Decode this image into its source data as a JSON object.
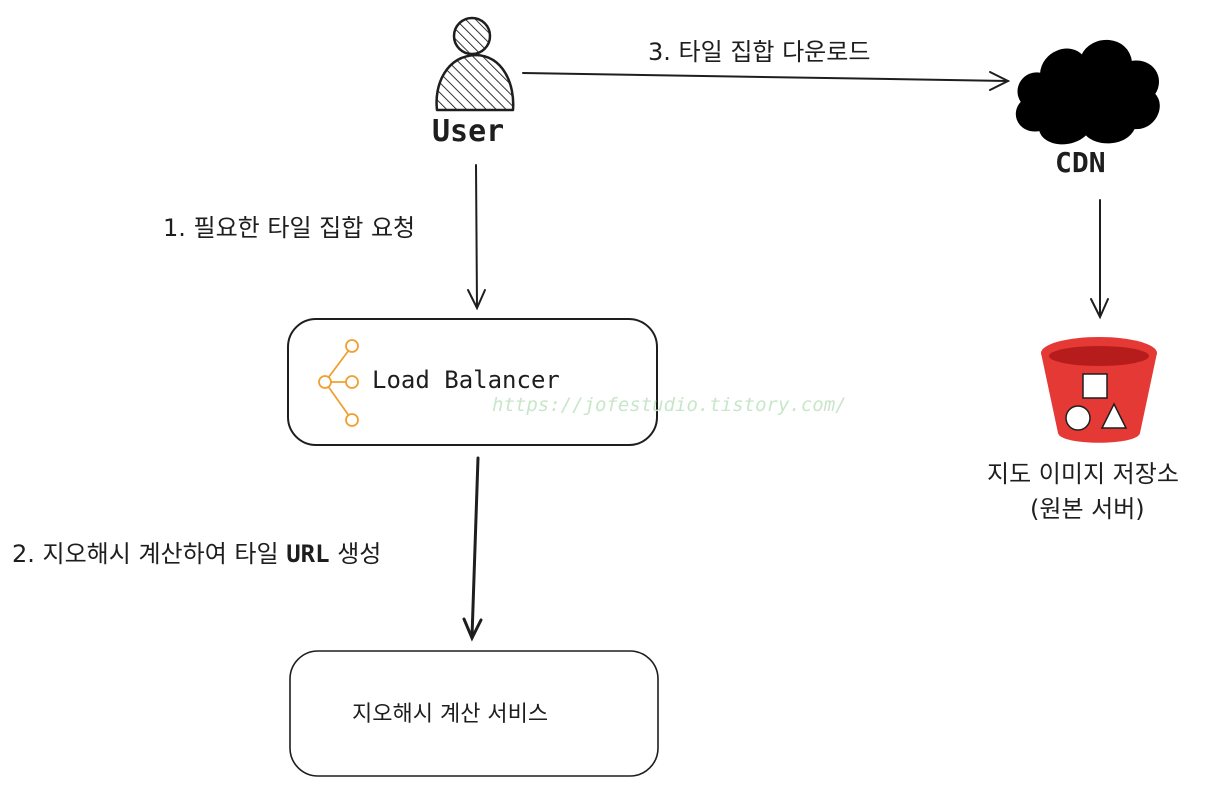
{
  "nodes": {
    "user": "User",
    "cdn": "CDN",
    "load_balancer": "Load Balancer",
    "geohash_service": "지오해시 계산 서비스",
    "map_storage_line1": "지도 이미지 저장소",
    "map_storage_line2": "(원본 서버)"
  },
  "edges": {
    "step1": "1. 필요한 타일 집합 요청",
    "step2_prefix": "2. 지오해시 계산하여 타일 ",
    "step2_url": "URL",
    "step2_suffix": " 생성",
    "step3": "3. 타일 집합 다운로드"
  },
  "watermark": "https://jofestudio.tistory.com/",
  "icons": {
    "user": "person-icon",
    "cdn": "cloud-icon",
    "load_balancer": "load-balancer-icon",
    "storage": "s3-bucket-icon"
  },
  "colors": {
    "stroke": "#1e1e1e",
    "lb_icon": "#f0a030",
    "bucket_red": "#e53935",
    "bucket_dark": "#b71c1c",
    "watermark": "#c8e6c9"
  }
}
